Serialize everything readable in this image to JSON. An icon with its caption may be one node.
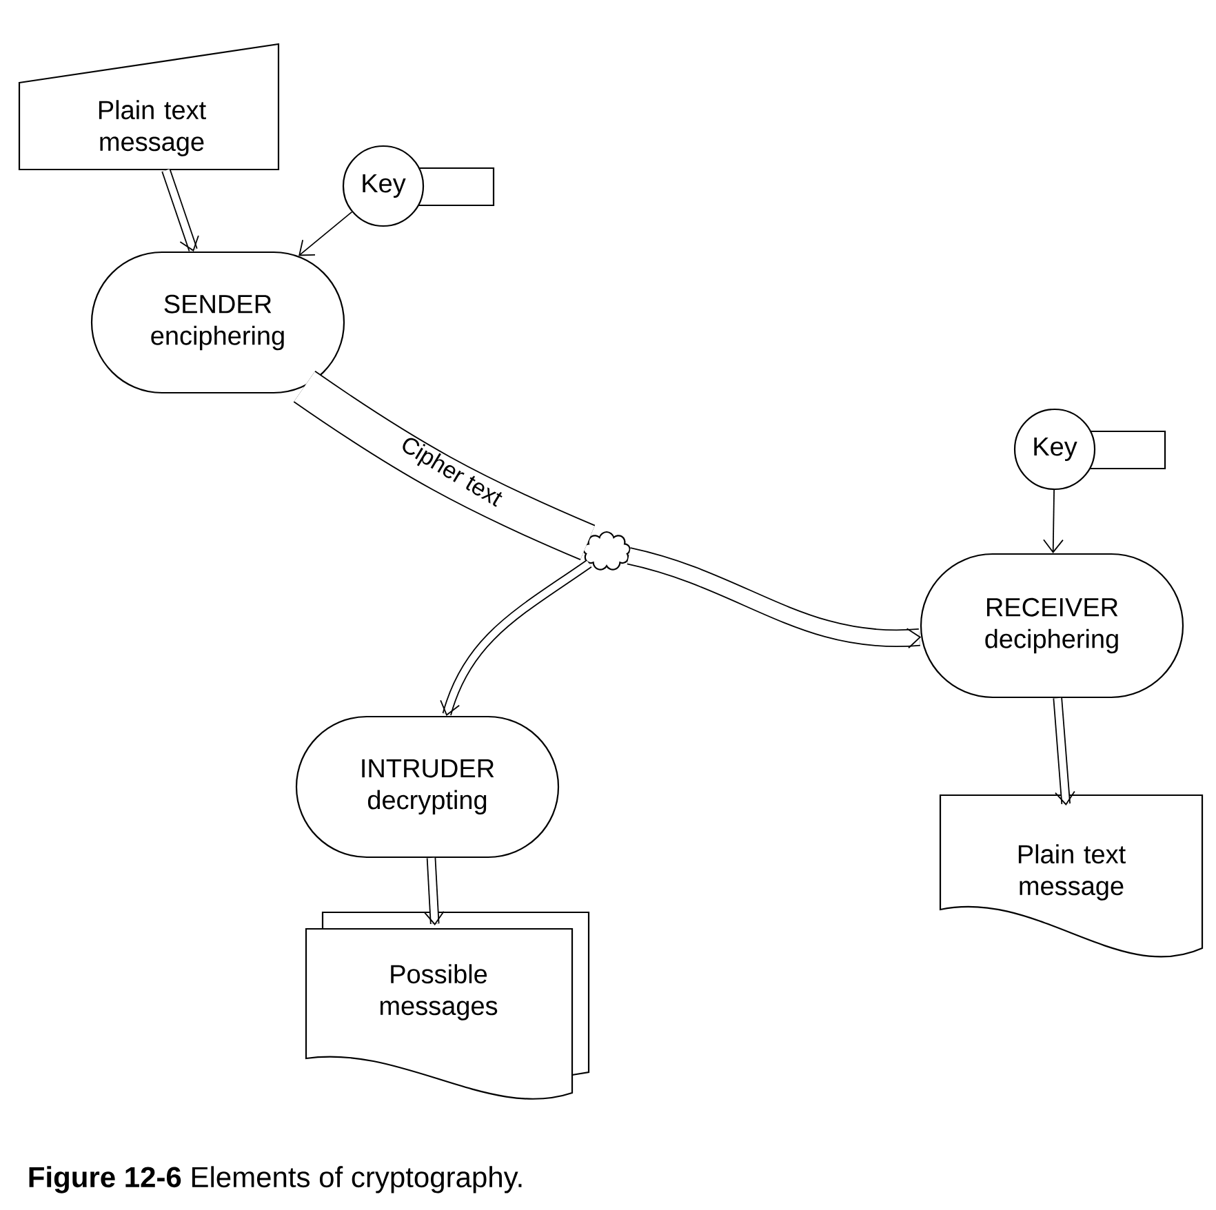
{
  "diagram": {
    "caption": "**Figure 12-6** Elements of cryptography.",
    "nodes": [
      {
        "text": [
          "Plain text message"
        ]
      },
      {
        "text": [
          "Key"
        ]
      },
      {
        "text": [
          "SENDER",
          "enciphering"
        ]
      },
      {
        "text": [],
        "shape": "cloud"
      },
      {
        "text": [
          "Key"
        ]
      },
      {
        "text": [
          "RECEIVER",
          "deciphering"
        ]
      },
      {
        "text": [
          "INTRUDER",
          "decrypting"
        ]
      },
      {
        "text": [
          "Plain text message"
        ]
      },
      {
        "text": [
          "Possible messages"
        ]
      }
    ],
    "edges": [
      {
        "from": 0,
        "to": 2,
        "arrow": "to"
      },
      {
        "from": 1,
        "to": 2,
        "arrow": "to"
      },
      {
        "from": 2,
        "to": 3,
        "arrow": "none",
        "style": "thick",
        "label": "Cipher text"
      },
      {
        "from": 3,
        "to": 5,
        "arrow": "to",
        "style": "thick"
      },
      {
        "from": 3,
        "to": 6,
        "arrow": "to"
      },
      {
        "from": 4,
        "to": 5,
        "arrow": "to"
      },
      {
        "from": 5,
        "to": 7,
        "arrow": "to"
      },
      {
        "from": 6,
        "to": 8,
        "arrow": "to"
      }
    ]
  }
}
